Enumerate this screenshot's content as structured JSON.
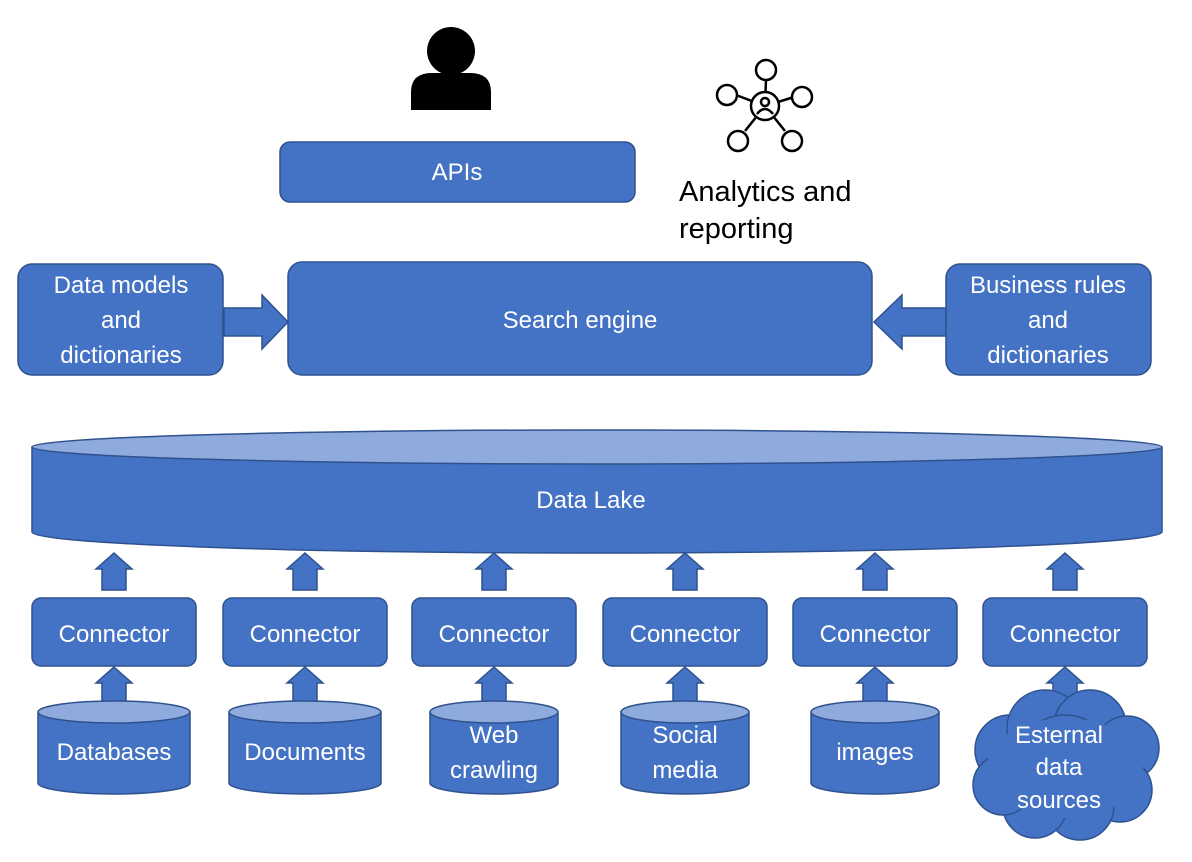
{
  "colors": {
    "box_fill": "#4472C4",
    "box_stroke": "#2F528F",
    "cylinder_top": "#8FAADC",
    "text_on_box": "#FFFFFF",
    "text_dark": "#000000",
    "icon": "#000000"
  },
  "icons": {
    "user": "person-icon",
    "analytics": "network-hub-icon"
  },
  "top": {
    "apis": "APIs",
    "analytics_line1": "Analytics and",
    "analytics_line2": "reporting"
  },
  "middle": {
    "left_lines": [
      "Data models",
      "and",
      "dictionaries"
    ],
    "center": "Search engine",
    "right_lines": [
      "Business rules",
      "and",
      "dictionaries"
    ]
  },
  "lake": {
    "label": "Data Lake"
  },
  "connector_label": "Connector",
  "sources": [
    {
      "lines": [
        "Databases"
      ],
      "shape": "cylinder"
    },
    {
      "lines": [
        "Documents"
      ],
      "shape": "cylinder"
    },
    {
      "lines": [
        "Web",
        "crawling"
      ],
      "shape": "cylinder"
    },
    {
      "lines": [
        "Social",
        "media"
      ],
      "shape": "cylinder"
    },
    {
      "lines": [
        "images"
      ],
      "shape": "cylinder"
    },
    {
      "lines": [
        "Esternal",
        "data",
        "sources"
      ],
      "shape": "cloud"
    }
  ]
}
